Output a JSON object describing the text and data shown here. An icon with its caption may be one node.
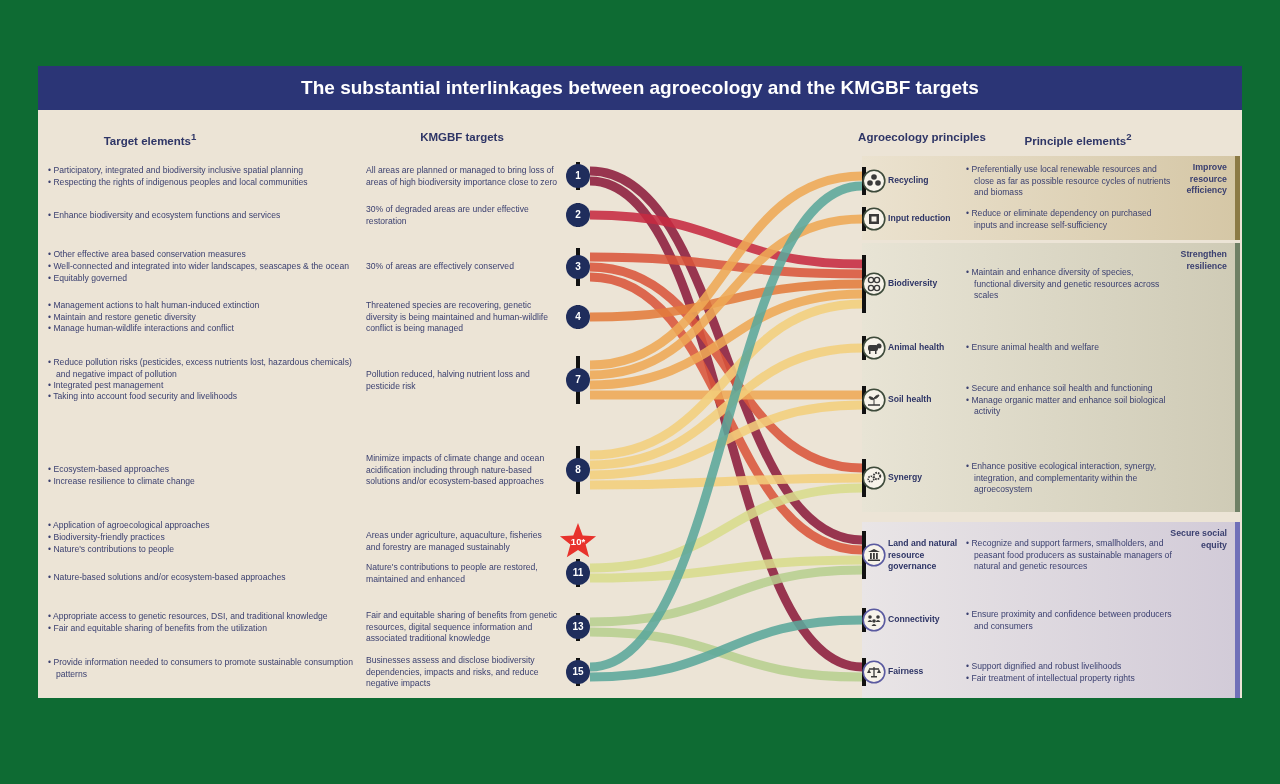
{
  "diagram": {
    "title": "The substantial interlinkages between agroecology and the KMGBF targets",
    "nodes": [
      {
        "text": [
          "All areas are planned or managed to bring loss of areas of high biodiversity importance close to zero",
          "1"
        ]
      },
      {
        "text": [
          "30% of degraded areas are under effective restoration",
          "2"
        ]
      },
      {
        "text": [
          "30% of areas are effectively conserved",
          "3"
        ]
      },
      {
        "text": [
          "Threatened species are recovering, genetic diversity is being maintained and human-wildlife conflict is being managed",
          "4"
        ]
      },
      {
        "text": [
          "Pollution reduced, halving nutrient loss and pesticide risk",
          "7"
        ]
      },
      {
        "text": [
          "Minimize impacts of climate change and ocean acidification including through nature-based solutions and/or ecosystem-based approaches",
          "8"
        ]
      },
      {
        "text": [
          "Areas under agriculture, aquaculture, fisheries and forestry are managed sustainably",
          "10*"
        ]
      },
      {
        "text": [
          "Nature's contributions to people are restored, maintained and enhanced",
          "11"
        ]
      },
      {
        "text": [
          "Fair and equitable sharing of benefits from genetic resources, digital sequence information and associated traditional knowledge",
          "13"
        ]
      },
      {
        "text": [
          "Businesses assess and disclose biodiversity dependencies, impacts and risks, and reduce negative impacts",
          "15"
        ]
      },
      {
        "text": [
          "Improve resource efficiency"
        ]
      },
      {
        "text": [
          "Recycling",
          "• Preferentially use local renewable resources and close as far as possible resource cycles of nutrients and biomass"
        ],
        "in": 10
      },
      {
        "text": [
          "Input reduction",
          "• Reduce or eliminate dependency on purchased inputs and increase self-sufficiency"
        ],
        "in": 10
      },
      {
        "text": [
          "Strengthen resilience"
        ]
      },
      {
        "text": [
          "Biodiversity",
          "• Maintain and enhance diversity of species, functional diversity and genetic resources across scales"
        ],
        "in": 13
      },
      {
        "text": [
          "Animal health",
          "• Ensure animal health and welfare"
        ],
        "in": 13
      },
      {
        "text": [
          "Soil health",
          "• Secure and enhance soil health and functioning",
          "• Manage organic matter and enhance soil biological activity"
        ],
        "in": 13
      },
      {
        "text": [
          "Synergy",
          "• Enhance positive ecological interaction, synergy, integration, and complementarity within the agroecosystem"
        ],
        "in": 13
      },
      {
        "text": [
          "Secure social equity"
        ]
      },
      {
        "text": [
          "Land and natural resource governance",
          "• Recognize and support farmers, smallholders, and peasant food producers as sustainable managers of natural and genetic resources"
        ],
        "in": 18
      },
      {
        "text": [
          "Connectivity",
          "• Ensure proximity and confidence between producers and consumers"
        ],
        "in": 18
      },
      {
        "text": [
          "Fairness",
          "• Support dignified and robust livelihoods",
          "• Fair treatment of intellectual property rights"
        ],
        "in": 18
      }
    ],
    "edges": [
      {
        "from": 0,
        "to": 19,
        "arrow": "none",
        "color": "#8c1c3c"
      },
      {
        "from": 0,
        "to": 21,
        "arrow": "none",
        "color": "#8c1c3c"
      },
      {
        "from": 1,
        "to": 14,
        "arrow": "none",
        "color": "#c62a41"
      },
      {
        "from": 2,
        "to": 14,
        "arrow": "none",
        "color": "#d9553b"
      },
      {
        "from": 2,
        "to": 17,
        "arrow": "none",
        "color": "#d9553b"
      },
      {
        "from": 2,
        "to": 19,
        "arrow": "none",
        "color": "#d9553b"
      },
      {
        "from": 3,
        "to": 14,
        "arrow": "none",
        "color": "#e27c3c"
      },
      {
        "from": 4,
        "to": 11,
        "arrow": "none",
        "color": "#eea955"
      },
      {
        "from": 4,
        "to": 12,
        "arrow": "none",
        "color": "#eea955"
      },
      {
        "from": 4,
        "to": 14,
        "arrow": "none",
        "color": "#eea955"
      },
      {
        "from": 4,
        "to": 16,
        "arrow": "none",
        "color": "#eea955"
      },
      {
        "from": 5,
        "to": 14,
        "arrow": "none",
        "color": "#f2cf7c"
      },
      {
        "from": 5,
        "to": 15,
        "arrow": "none",
        "color": "#f2cf7c"
      },
      {
        "from": 5,
        "to": 16,
        "arrow": "none",
        "color": "#f2cf7c"
      },
      {
        "from": 5,
        "to": 17,
        "arrow": "none",
        "color": "#f2cf7c"
      },
      {
        "from": 7,
        "to": 17,
        "arrow": "none",
        "color": "#d8dc8c"
      },
      {
        "from": 7,
        "to": 19,
        "arrow": "none",
        "color": "#d8dc8c"
      },
      {
        "from": 8,
        "to": 19,
        "arrow": "none",
        "color": "#b7cf8f"
      },
      {
        "from": 8,
        "to": 21,
        "arrow": "none",
        "color": "#b7cf8f"
      },
      {
        "from": 9,
        "to": 11,
        "arrow": "none",
        "color": "#5ba79b"
      },
      {
        "from": 9,
        "to": 20,
        "arrow": "none",
        "color": "#5ba79b"
      }
    ],
    "labels": [
      "Target elements$^{1}$",
      "KMGBF targets",
      "Agroecology principles",
      "Principle elements$^{2}$",
      "• Participatory, integrated and biodiversity inclusive spatial planning",
      "• Respecting the rights of indigenous peoples and local communities",
      "• Enhance biodiversity and ecosystem functions and services",
      "• Other effective area based conservation measures",
      "• Well-connected and integrated into wider landscapes, seascapes & the ocean",
      "• Equitably governed",
      "• Management actions to halt human-induced extinction",
      "• Maintain and restore genetic diversity",
      "• Manage human-wildlife interactions and conflict",
      "• Reduce pollution risks (pesticides, excess nutrients lost, hazardous chemicals) and negative impact of pollution",
      "• Integrated pest management",
      "• Taking into account food security and livelihoods",
      "• Ecosystem-based approaches",
      "• Increase resilience to climate change",
      "• Application of agroecological approaches",
      "• Biodiversity-friendly practices",
      "• Nature's contributions to people",
      "• Nature-based solutions and/or ecosystem-based approaches",
      "• Appropriate access to genetic resources, DSI, and traditional knowledge",
      "• Fair and equitable sharing of benefits from the utilization",
      "• Provide information needed to consumers to promote sustainable consumption patterns"
    ]
  }
}
